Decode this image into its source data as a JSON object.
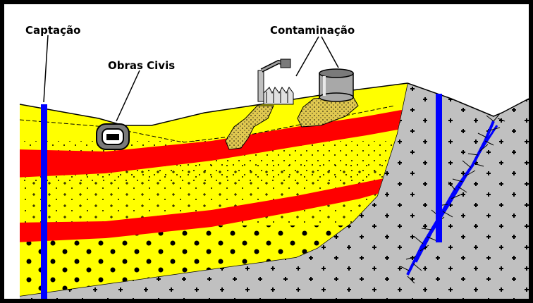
{
  "labels": {
    "captacao": "Captação",
    "obras_civis": "Obras Civis",
    "contaminacao": "Contaminação"
  },
  "colors": {
    "aquifer_yellow": "#ffff00",
    "clay_red": "#ff0000",
    "rock_gray": "#c0c0c0",
    "well_blue": "#0000ff",
    "contamination_plume": "#e0c850",
    "frame": "#000000"
  },
  "elements": {
    "wells": [
      "well-left",
      "well-right"
    ],
    "structures": [
      "tunnel",
      "factory",
      "storage-tank"
    ],
    "layers": [
      "yellow-aquifer",
      "red-clay-band",
      "rock-massif",
      "fracture-zone"
    ]
  }
}
